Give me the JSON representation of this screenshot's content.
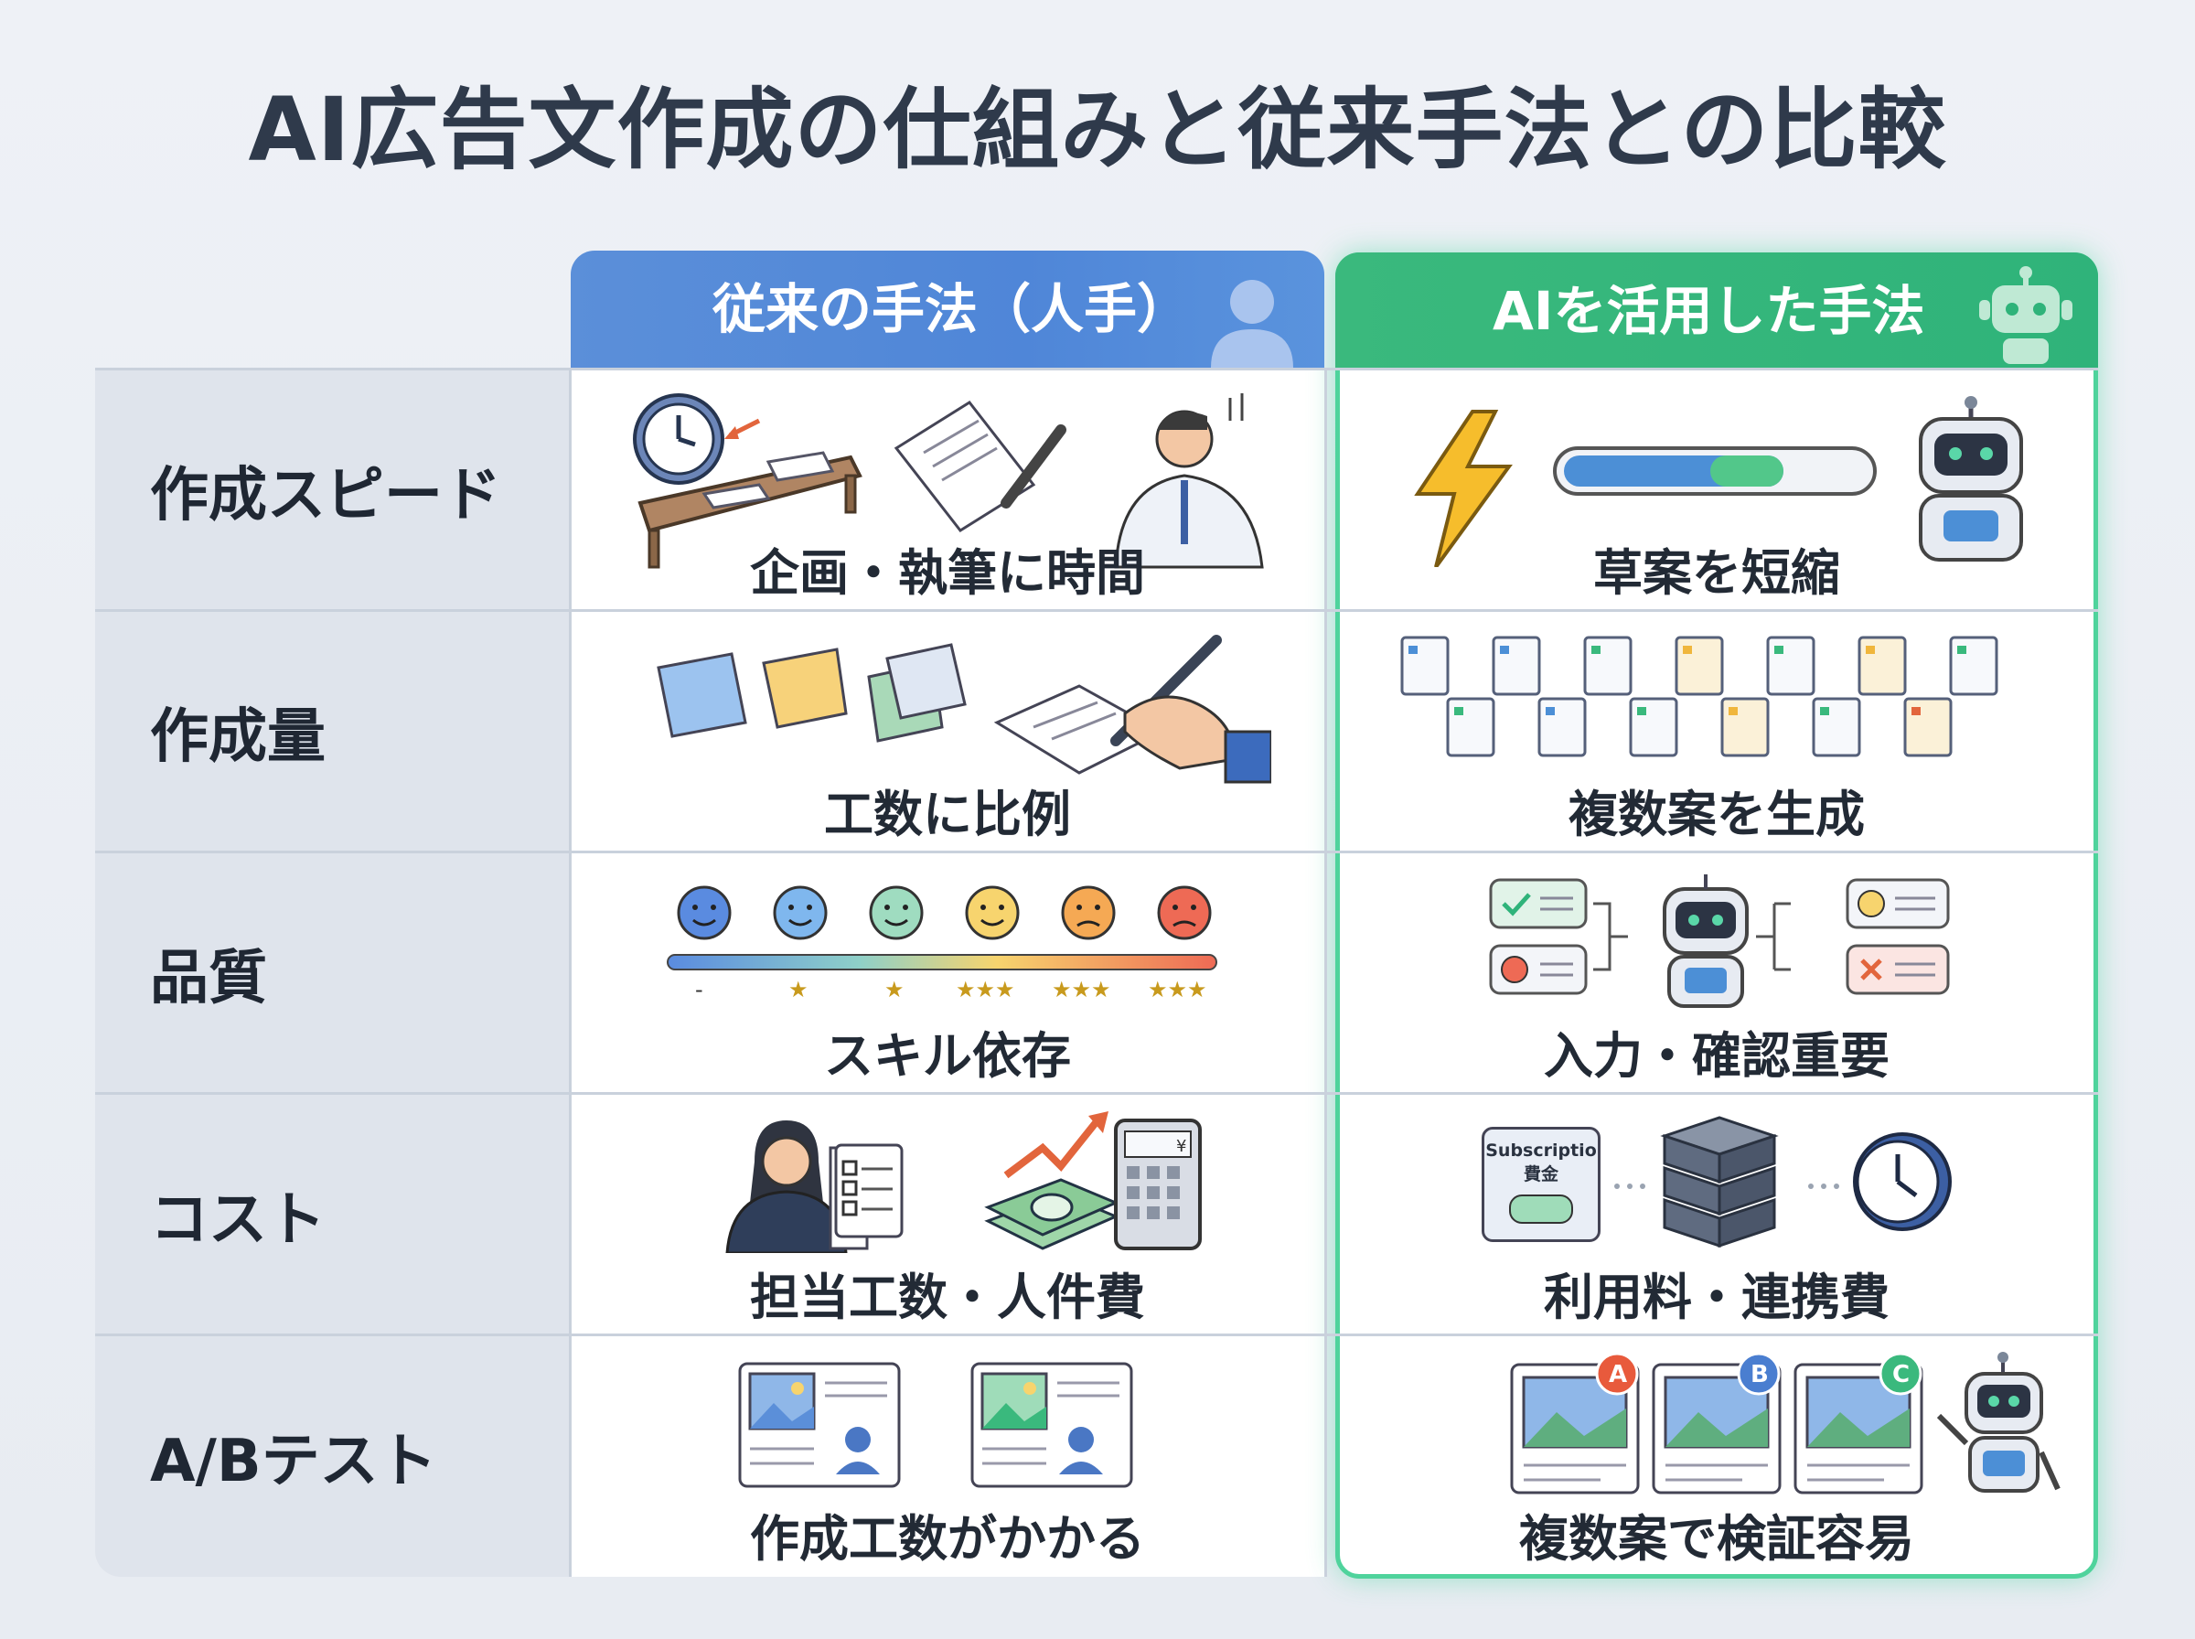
{
  "title": "AI広告文作成の仕組みと従来手法との比較",
  "columns": {
    "traditional": "従来の手法（人手）",
    "ai": "AIを活用した手法"
  },
  "rows": [
    {
      "label": "作成スピード",
      "traditional": "企画・執筆に時間",
      "ai": "草案を短縮"
    },
    {
      "label": "作成量",
      "traditional": "工数に比例",
      "ai": "複数案を生成"
    },
    {
      "label": "品質",
      "traditional": "スキル依存",
      "ai": "入力・確認重要"
    },
    {
      "label": "コスト",
      "traditional": "担当工数・人件費",
      "ai": "利用料・連携費"
    },
    {
      "label": "A/Bテスト",
      "traditional": "作成工数がかかる",
      "ai": "複数案で検証容易"
    }
  ],
  "quality_scale": [
    "-",
    "★",
    "★",
    "★★★",
    "★★★",
    "★★★"
  ],
  "subscription": {
    "line1": "Subscriptio",
    "line2": "費金"
  },
  "calculator_symbol": "¥",
  "ab_badges": [
    "A",
    "B",
    "C"
  ],
  "colors": {
    "trad_header": "#4f86d8",
    "ai_header": "#2fb37a",
    "ai_border": "#4fd39c"
  }
}
